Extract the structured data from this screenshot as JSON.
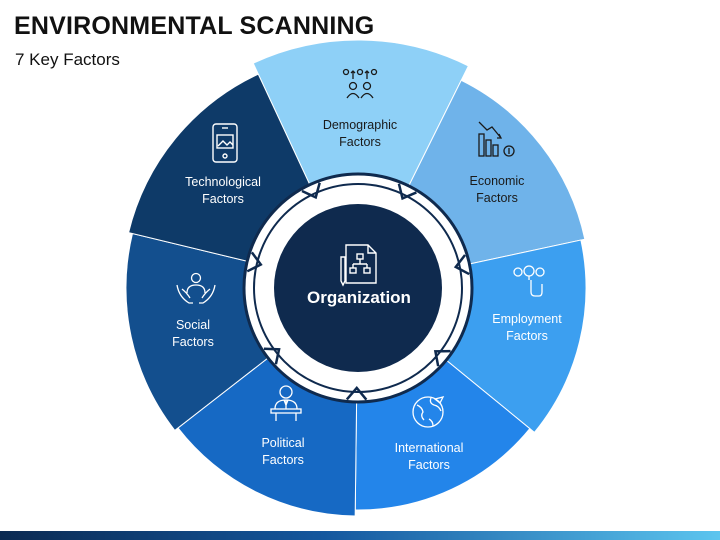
{
  "header": {
    "title": "ENVIRONMENTAL SCANNING",
    "subtitle": "7 Key Factors"
  },
  "center": {
    "label": "Organization",
    "icon": "org-chart-document-icon"
  },
  "segments": [
    {
      "id": "demographic",
      "line1": "Demographic",
      "line2": "Factors",
      "icon": "people-group-icon",
      "color": "#8ed0f7",
      "text_color": "#1a1a1a"
    },
    {
      "id": "economic",
      "line1": "Economic",
      "line2": "Factors",
      "icon": "falling-chart-icon",
      "color": "#6fb3ea",
      "text_color": "#1a1a1a"
    },
    {
      "id": "employment",
      "line1": "Employment",
      "line2": "Factors",
      "icon": "hiring-hand-icon",
      "color": "#3c9ff0",
      "text_color": "#ffffff"
    },
    {
      "id": "international",
      "line1": "International",
      "line2": "Factors",
      "icon": "globe-plane-icon",
      "color": "#2385ea",
      "text_color": "#ffffff"
    },
    {
      "id": "political",
      "line1": "Political",
      "line2": "Factors",
      "icon": "politician-podium-icon",
      "color": "#1669c4",
      "text_color": "#ffffff"
    },
    {
      "id": "social",
      "line1": "Social",
      "line2": "Factors",
      "icon": "hands-people-icon",
      "color": "#134f8e",
      "text_color": "#ffffff"
    },
    {
      "id": "technological",
      "line1": "Technological",
      "line2": "Factors",
      "icon": "tablet-icon",
      "color": "#0e3a68",
      "text_color": "#ffffff"
    }
  ],
  "colors": {
    "center_fill": "#0f2a4e",
    "ring_fill": "#ffffff",
    "ring_outline": "#0f2a4e"
  }
}
